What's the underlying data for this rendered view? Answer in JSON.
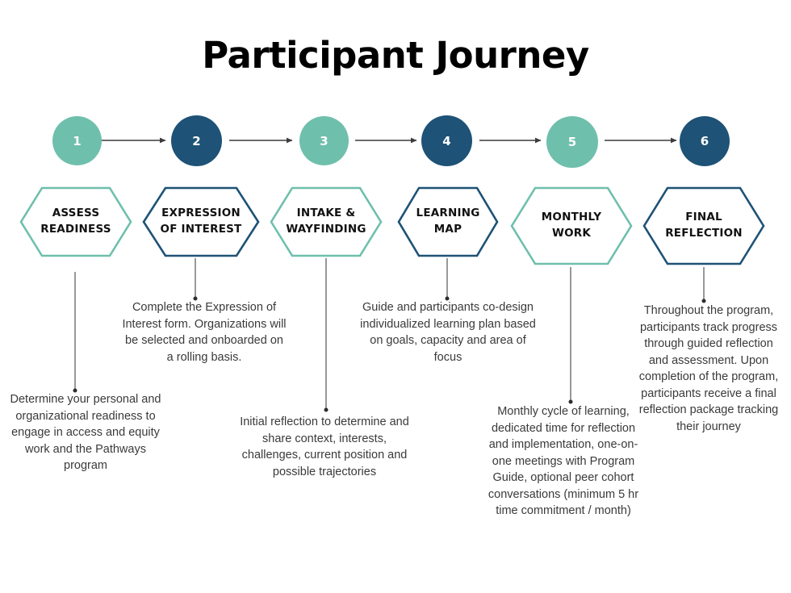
{
  "title": "Participant Journey",
  "colors": {
    "teal": "#6FBFAD",
    "navy": "#1E5276",
    "connector": "#3c3c3c",
    "text": "#3a3a3a",
    "background": "#ffffff"
  },
  "steps": [
    {
      "number": "1",
      "color": "teal",
      "stage_label": "ASSESS\nREADINESS",
      "description": "Determine your personal and organizational readiness to engage in access and equity work and the Pathways program"
    },
    {
      "number": "2",
      "color": "navy",
      "stage_label": "EXPRESSION\nOF INTEREST",
      "description": "Complete the Expression of Interest form. Organizations will be selected and onboarded on a rolling basis."
    },
    {
      "number": "3",
      "color": "teal",
      "stage_label": "INTAKE &\nWAYFINDING",
      "description": "Initial reflection to determine and share context, interests, challenges, current position and possible trajectories"
    },
    {
      "number": "4",
      "color": "navy",
      "stage_label": "LEARNING\nMAP",
      "description": "Guide and participants co-design individualized learning plan based on goals, capacity and area of focus"
    },
    {
      "number": "5",
      "color": "teal",
      "stage_label": "MONTHLY\nWORK",
      "description": "Monthly cycle of learning, dedicated time for reflection and implementation, one-on-one meetings with Program Guide, optional peer cohort conversations (minimum 5 hr time commitment / month)"
    },
    {
      "number": "6",
      "color": "navy",
      "stage_label": "FINAL\nREFLECTION",
      "description": "Throughout the program, participants track progress through guided reflection and assessment. Upon completion of the program, participants receive a final reflection package tracking their journey"
    }
  ]
}
